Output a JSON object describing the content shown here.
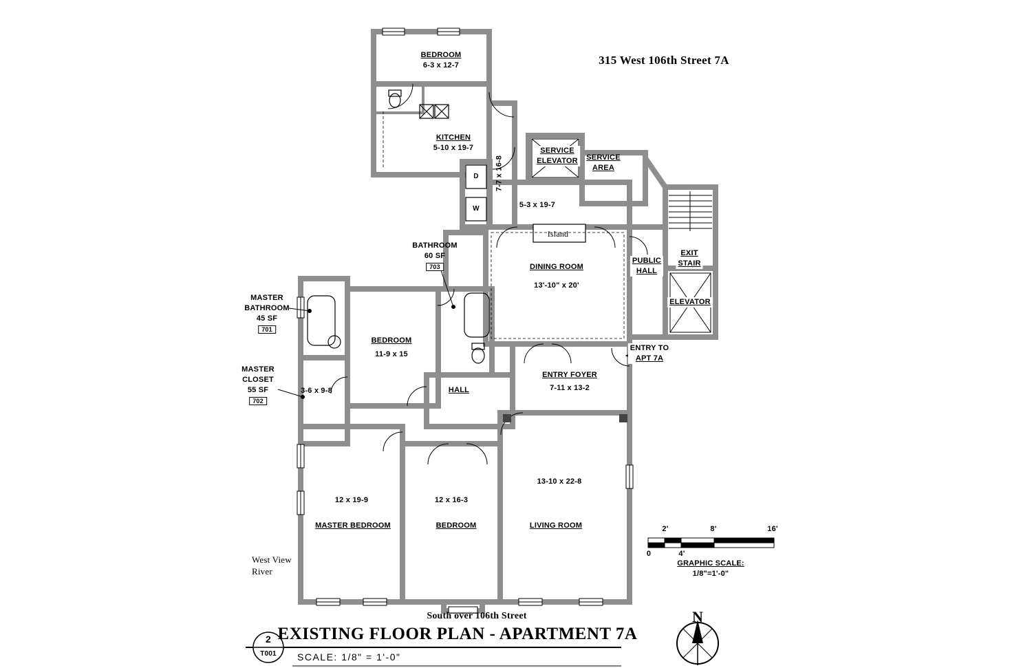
{
  "header": {
    "address": "315 West 106th Street 7A"
  },
  "rooms": {
    "bedroom_top": {
      "name": "BEDROOM",
      "dims": "6-3 x 12-7"
    },
    "kitchen": {
      "name": "KITCHEN",
      "dims": "5-10 x 19-7"
    },
    "service_elevator": {
      "line1": "SERVICE",
      "line2": "ELEVATOR"
    },
    "service_area": {
      "line1": "SERVICE",
      "line2": "AREA"
    },
    "pantry": {
      "dims": "7-7 x 16-8"
    },
    "laundry": {
      "dryer": "D",
      "washer": "W"
    },
    "back_hall": {
      "dims": "5-3 x 19-7"
    },
    "island": {
      "name": "Island"
    },
    "dining_room": {
      "name": "DINING ROOM",
      "dims": "13'-10\" x 20'"
    },
    "public_hall": {
      "line1": "PUBLIC",
      "line2": "HALL"
    },
    "exit_stair": {
      "line1": "EXIT",
      "line2": "STAIR"
    },
    "elevator": {
      "name": "ELEVATOR"
    },
    "bathroom": {
      "name": "BATHROOM",
      "area": "60 SF",
      "tag": "703"
    },
    "master_bathroom": {
      "line1": "MASTER",
      "line2": "BATHROOM",
      "area": "45 SF",
      "tag": "701"
    },
    "bedroom_mid": {
      "name": "BEDROOM",
      "dims": "11-9 x 15"
    },
    "entry": {
      "line1": "ENTRY TO",
      "line2": "APT 7A"
    },
    "entry_foyer": {
      "name": "ENTRY FOYER",
      "dims": "7-11 x 13-2"
    },
    "master_closet": {
      "line1": "MASTER",
      "line2": "CLOSET",
      "area": "55 SF",
      "tag": "702",
      "dims": "3-6 x 9-8"
    },
    "hall": {
      "name": "HALL"
    },
    "master_bedroom": {
      "name": "MASTER BEDROOM",
      "dims": "12 x 19-9"
    },
    "bedroom_bottom": {
      "name": "BEDROOM",
      "dims": "12 x 16-3"
    },
    "living_room": {
      "name": "LIVING ROOM",
      "dims": "13-10 x 22-8"
    }
  },
  "context": {
    "west_line1": "West View",
    "west_line2": "River",
    "south": "South over 106th Street"
  },
  "graphic_scale": {
    "tick_0": "0",
    "tick_2": "2'",
    "tick_4": "4'",
    "tick_8": "8'",
    "tick_16": "16'",
    "label": "GRAPHIC SCALE:",
    "ratio": "1/8\"=1'-0\""
  },
  "compass": {
    "north": "N"
  },
  "title_block": {
    "sheet_number": "2",
    "sheet_ref": "T001",
    "title": "EXISTING FLOOR PLAN - APARTMENT 7A",
    "scale_note": "SCALE:  1/8\" = 1'-0\""
  },
  "colors": {
    "wall": "#8e8e8e",
    "line": "#000000",
    "background": "#ffffff"
  }
}
